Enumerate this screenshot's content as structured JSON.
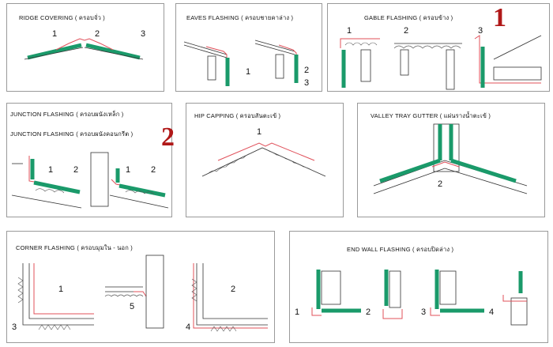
{
  "panels": {
    "ridge": {
      "title": "RIDGE  COVERING  ( ครอบจั่ว )",
      "labels": [
        "1",
        "2",
        "3"
      ]
    },
    "eaves": {
      "title": "EAVES  FLASHING  ( ครอบชายคาล่าง )",
      "labels": [
        "1",
        "2",
        "3"
      ]
    },
    "gable": {
      "title": "GABLE  FLASHING  ( ครอบข้าง )",
      "labels": [
        "1",
        "2",
        "3"
      ]
    },
    "junction": {
      "title1": "JUNCTION  FLASHING  ( ครอบผนังเหล็ก )",
      "title2": "JUNCTION  FLASHING  ( ครอบผนังคอนกรีต )",
      "labels": [
        "1",
        "2",
        "1",
        "2"
      ]
    },
    "hip": {
      "title": "HIP  CAPPING  ( ครอบสันตะเข้ )",
      "labels": [
        "1"
      ]
    },
    "valley": {
      "title": "VALLEY TRAY GUTTER  ( แผ่นรางน้ำตะเข้ )",
      "labels": [
        "2"
      ]
    },
    "corner": {
      "title": "CORNER  FLASHING ( ครอบมุมใน - นอก )",
      "labels": [
        "1",
        "5",
        "2",
        "3",
        "4"
      ]
    },
    "endwall": {
      "title": "END WALL FLASHING  ( ครอบปิดล่าง )",
      "labels": [
        "1",
        "2",
        "3",
        "4"
      ]
    }
  },
  "callouts": {
    "one": "1",
    "two": "2"
  },
  "colors": {
    "flashing": "#1a9a6a",
    "accent": "#e0505a",
    "callout": "#b01818"
  }
}
